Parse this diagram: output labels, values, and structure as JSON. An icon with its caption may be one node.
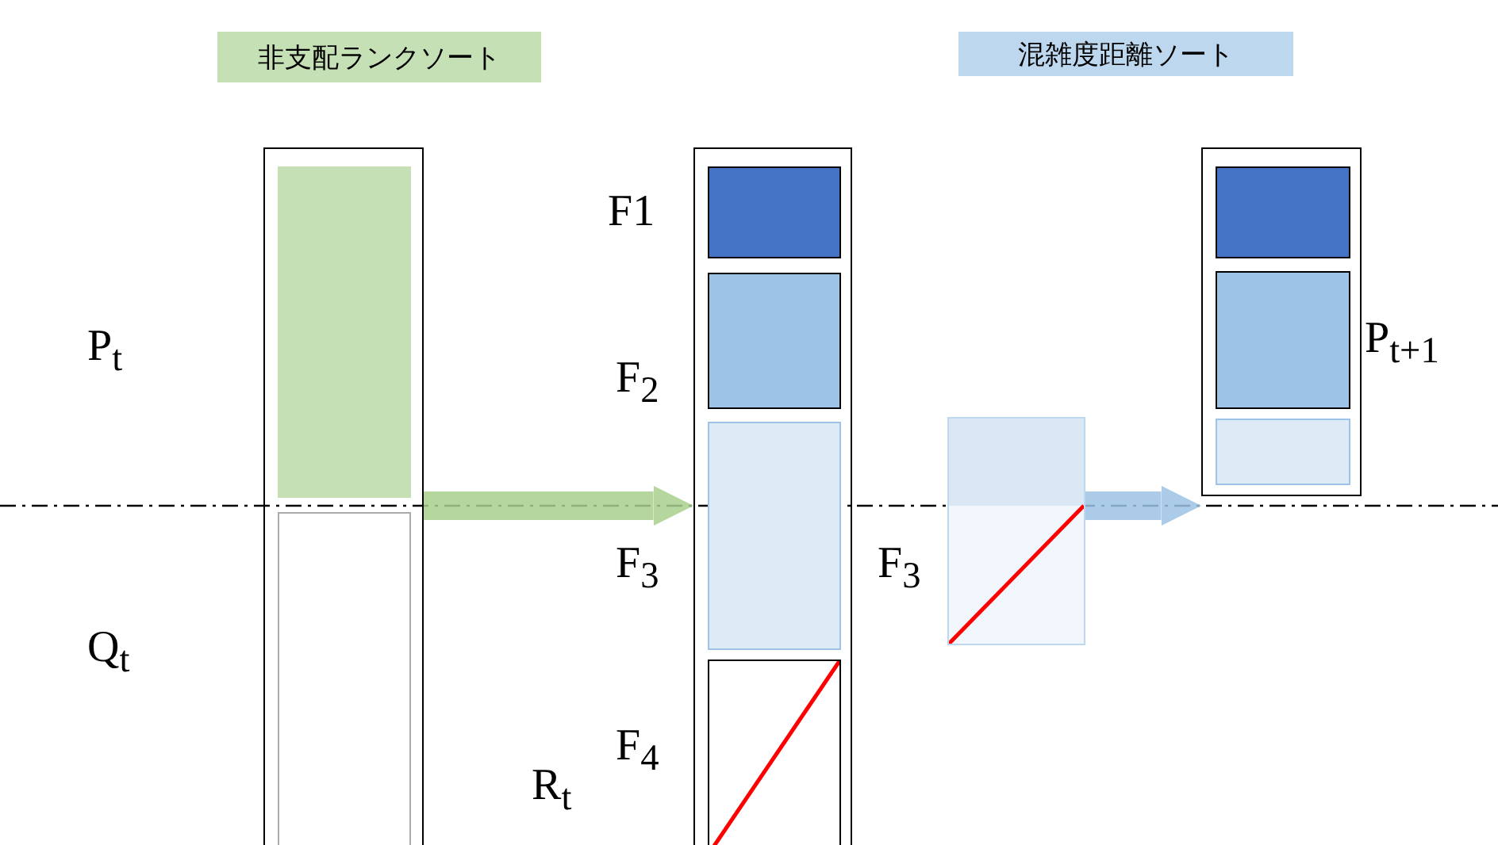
{
  "diagram": {
    "nodes": [
      {
        "text": [
          "非支配ランクソート"
        ]
      },
      {
        "text": [
          "混雑度距離ソート"
        ]
      },
      {
        "text": [],
        "shape": "box"
      },
      {
        "text": [],
        "shape": "box",
        "in": 2,
        "beside": [
          "P$_{t}$"
        ]
      },
      {
        "text": [],
        "shape": "box",
        "in": 2,
        "beside": [
          "Q$_{t}$"
        ]
      },
      {
        "text": [],
        "shape": "box",
        "beside": [
          "R$_{t}$"
        ]
      },
      {
        "text": [],
        "shape": "box",
        "in": 5,
        "beside": [
          "F1"
        ]
      },
      {
        "text": [],
        "shape": "box",
        "in": 5,
        "beside": [
          "F$_{2}$"
        ]
      },
      {
        "text": [],
        "shape": "box",
        "in": 5,
        "beside": [
          "F$_{3}$"
        ]
      },
      {
        "text": [],
        "shape": "box",
        "in": 5,
        "beside": [
          "F$_{4}$"
        ]
      },
      {
        "text": [],
        "shape": "box",
        "beside": [
          "F$_{3}$"
        ]
      },
      {
        "text": [],
        "shape": "box",
        "beside": [
          "P$_{t+1}$"
        ]
      },
      {
        "text": [],
        "shape": "box",
        "in": 11
      },
      {
        "text": [],
        "shape": "box",
        "in": 11
      },
      {
        "text": [],
        "shape": "box",
        "in": 11
      }
    ],
    "edges": [
      {
        "from": 2,
        "to": 5,
        "arrow": "to",
        "color": "#a9d18e"
      },
      {
        "from": 10,
        "to": 11,
        "arrow": "to",
        "color": "#9dc3e6"
      }
    ]
  }
}
